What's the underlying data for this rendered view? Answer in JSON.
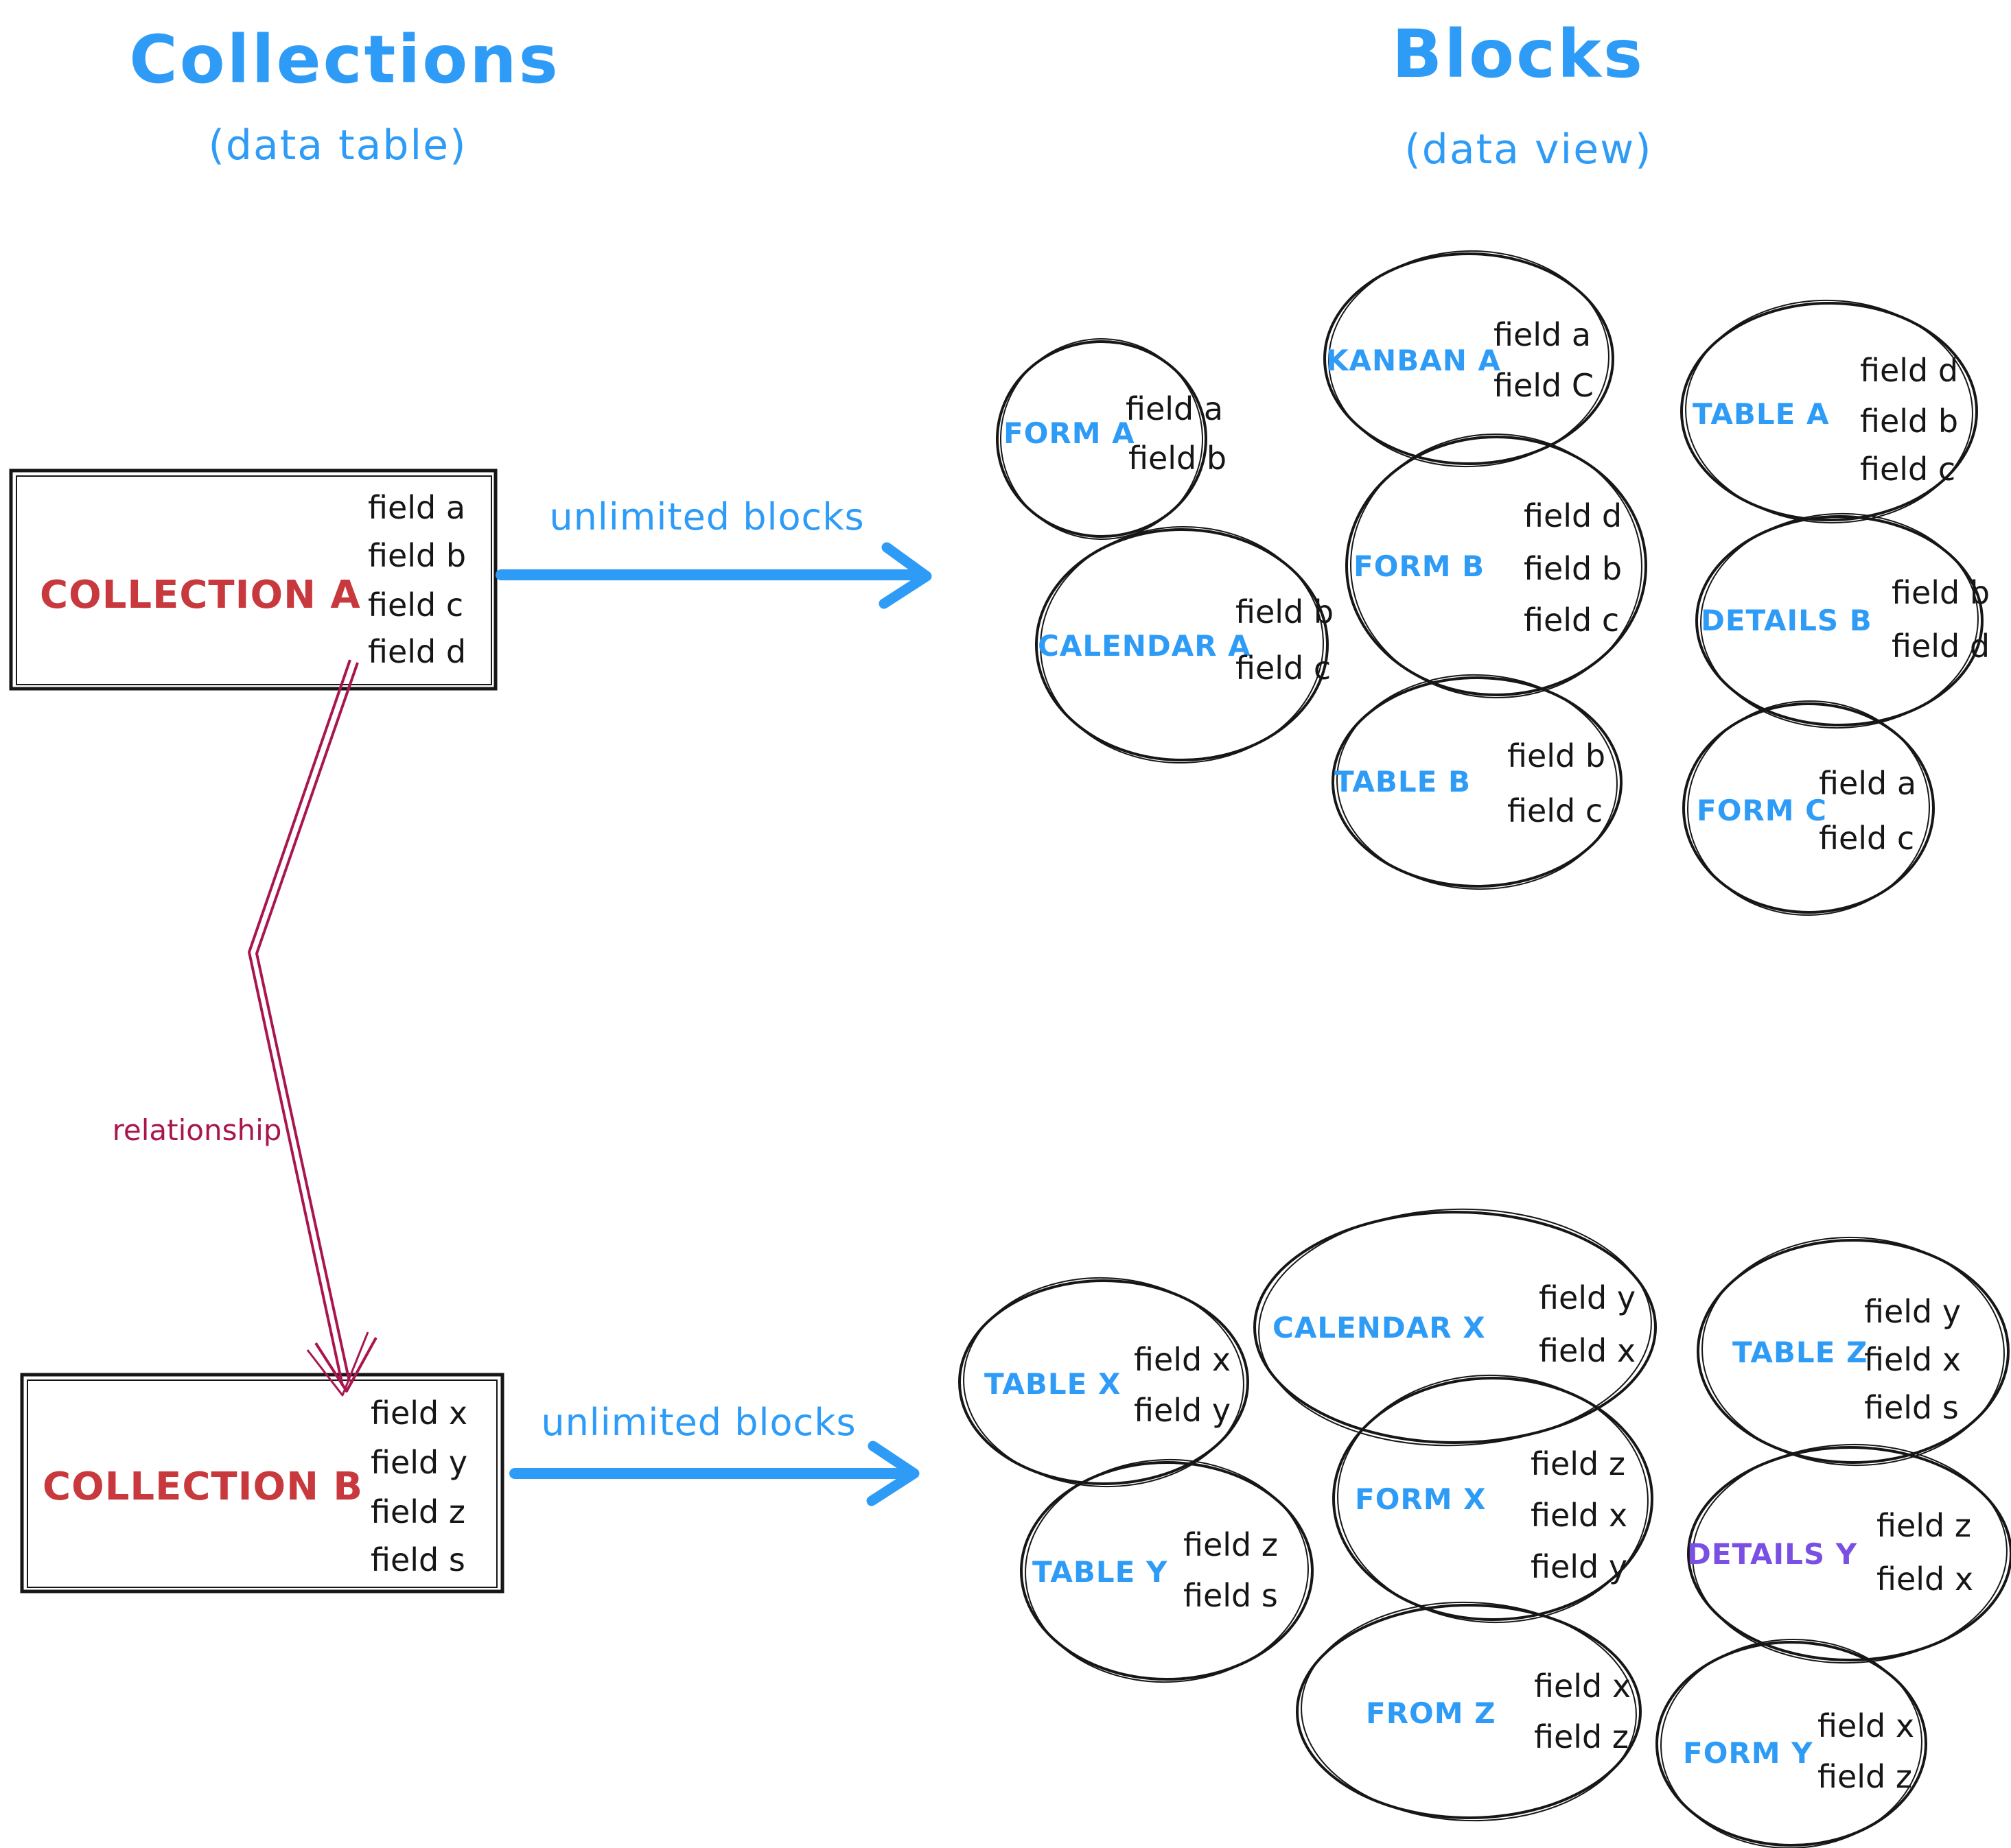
{
  "colors": {
    "blue": "#2E9CF7",
    "red": "#C8393E",
    "crimson": "#A9164F",
    "purple": "#7A4FE3",
    "ink": "#161616"
  },
  "left_column": {
    "title": "Collections",
    "subtitle": "(data table)",
    "collection_a": {
      "name": "COLLECTION A",
      "fields": [
        "field a",
        "field b",
        "field c",
        "field d"
      ]
    },
    "collection_b": {
      "name": "COLLECTION B",
      "fields": [
        "field x",
        "field y",
        "field z",
        "field s"
      ]
    },
    "relationship_label": "relationship",
    "arrow_a_label": "unlimited blocks",
    "arrow_b_label": "unlimited blocks"
  },
  "right_column": {
    "title": "Blocks",
    "subtitle": "(data view)"
  },
  "blocks_a": [
    {
      "name": "FORM A",
      "fields": [
        "field a",
        "field b"
      ]
    },
    {
      "name": "KANBAN A",
      "fields": [
        "field a",
        "field C"
      ]
    },
    {
      "name": "TABLE A",
      "fields": [
        "field d",
        "field b",
        "field c"
      ]
    },
    {
      "name": "CALENDAR A",
      "fields": [
        "field b",
        "field c"
      ]
    },
    {
      "name": "FORM B",
      "fields": [
        "field d",
        "field b",
        "field c"
      ]
    },
    {
      "name": "DETAILS B",
      "fields": [
        "field b",
        "field d"
      ]
    },
    {
      "name": "TABLE B",
      "fields": [
        "field b",
        "field c"
      ]
    },
    {
      "name": "FORM C",
      "fields": [
        "field a",
        "field c"
      ]
    }
  ],
  "blocks_b": [
    {
      "name": "TABLE X",
      "fields": [
        "field x",
        "field y"
      ]
    },
    {
      "name": "CALENDAR X",
      "fields": [
        "field y",
        "field x"
      ]
    },
    {
      "name": "TABLE Z",
      "fields": [
        "field y",
        "field x",
        "field s"
      ]
    },
    {
      "name": "TABLE Y",
      "fields": [
        "field z",
        "field s"
      ]
    },
    {
      "name": "FORM X",
      "fields": [
        "field z",
        "field x",
        "field y"
      ]
    },
    {
      "name": "DETAILS Y",
      "fields": [
        "field z",
        "field x"
      ]
    },
    {
      "name": "FROM Z",
      "fields": [
        "field x",
        "field z"
      ]
    },
    {
      "name": "FORM Y",
      "fields": [
        "field x",
        "field z"
      ]
    }
  ]
}
